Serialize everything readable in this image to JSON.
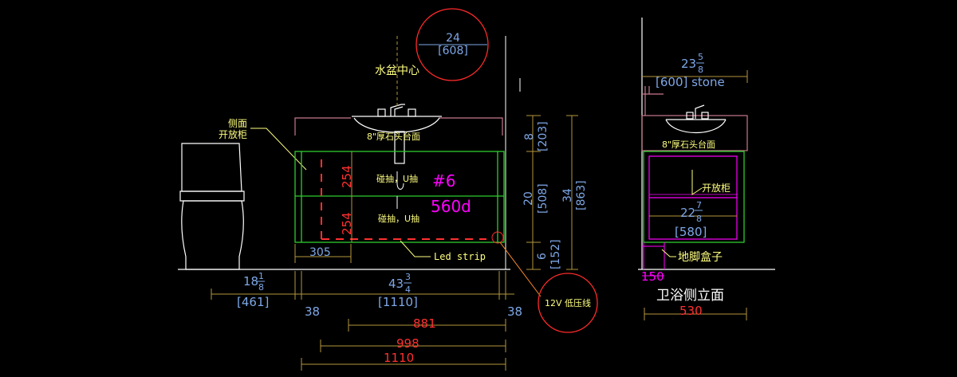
{
  "colors": {
    "background": "#000000",
    "dim_text": "#7ea7e6",
    "annotation_text": "#ffff80",
    "red_dim": "#ff3030",
    "magenta": "#ff00ff",
    "cabinet_green": "#2ecc2e",
    "counter_pink": "#c8788c",
    "dim_line": "#b4963c",
    "callout_circle": "#ff2a2a"
  },
  "front": {
    "basin_circle": {
      "value": "24",
      "metric": "[608]"
    },
    "basin_center_label": "水盆中心",
    "side_open_cabinet": {
      "line1": "侧面",
      "line2": "开放柜"
    },
    "countertop_label": "8\"厚石头台面",
    "drawer_top_label": "碰抽，U抽",
    "drawer_bottom_label": "碰抽，U抽",
    "drawer_height_top": "254",
    "drawer_height_bottom": "254",
    "model_no": "#6",
    "depth": "560d",
    "left_offset": "305",
    "led_label": "Led strip",
    "dims_right": [
      {
        "value": "8",
        "metric": "[203]"
      },
      {
        "value": "20",
        "metric": "[508]"
      },
      {
        "value": "6",
        "metric": "[152]"
      }
    ],
    "dim_total_height": {
      "value": "34",
      "metric": "[863]"
    },
    "toilet_width": {
      "whole": "18",
      "num": "1",
      "den": "8",
      "metric": "[461]"
    },
    "vanity_width": {
      "whole": "43",
      "num": "3",
      "den": "4",
      "metric": "[1110]"
    },
    "gap_left": "38",
    "gap_right": "38",
    "low_voltage_label": "12V 低压线",
    "bottom_dims": [
      "881",
      "998",
      "1110"
    ]
  },
  "side": {
    "top_dim": {
      "whole": "23",
      "num": "5",
      "den": "8",
      "metric": "[600] stone"
    },
    "countertop_label": "8\"厚石头台面",
    "open_cabinet_label": "开放柜",
    "inner_dim": {
      "whole": "22",
      "num": "7",
      "den": "8",
      "metric": "[580]"
    },
    "plinth_label": "地脚盒子",
    "plinth_height": "150",
    "title": "卫浴侧立面",
    "width": "530"
  }
}
